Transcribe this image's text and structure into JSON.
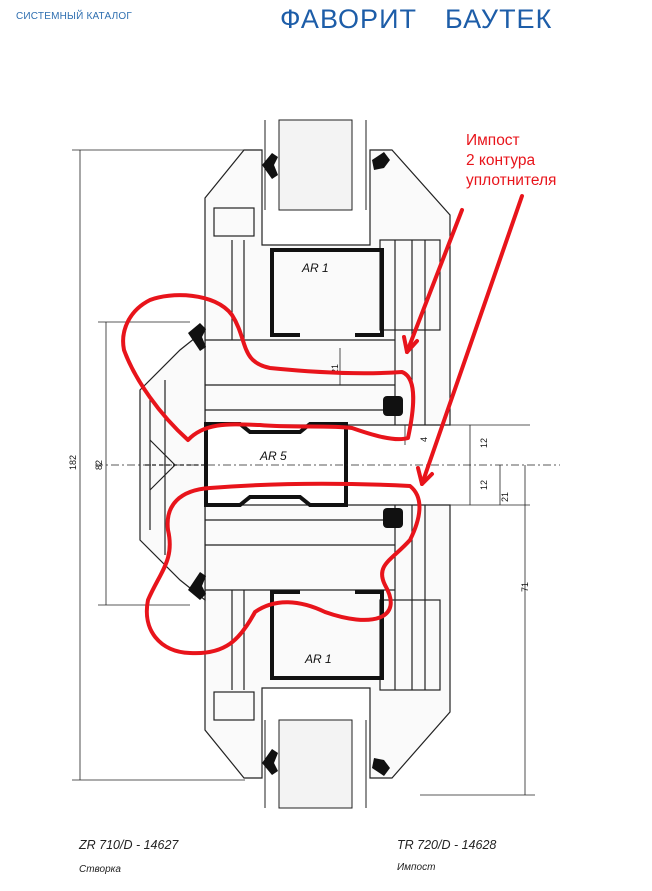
{
  "header": {
    "catalog_label": "СИСТЕМНЫЙ КАТАЛОГ",
    "brand_part1": "ФАВОРИТ",
    "brand_part2": "БАУТЕК"
  },
  "annotation": {
    "line1": "Импост",
    "line2": "2 контура",
    "line3": "уплотнителя",
    "color": "#e8141b"
  },
  "drawing": {
    "reinforcement_top": "AR 1",
    "reinforcement_middle": "AR 5",
    "reinforcement_bottom": "AR 1",
    "dim_total": "182",
    "dim_sash": "82",
    "dim_12_top": "12",
    "dim_12_bottom": "12",
    "dim_21": "21",
    "dim_71": "71",
    "dim_21_small": "21",
    "dim_4": "4"
  },
  "captions": {
    "left_code": "ZR 710/D - 14627",
    "left_name": "Створка",
    "right_code": "TR 720/D - 14628",
    "right_name": "Импост"
  }
}
